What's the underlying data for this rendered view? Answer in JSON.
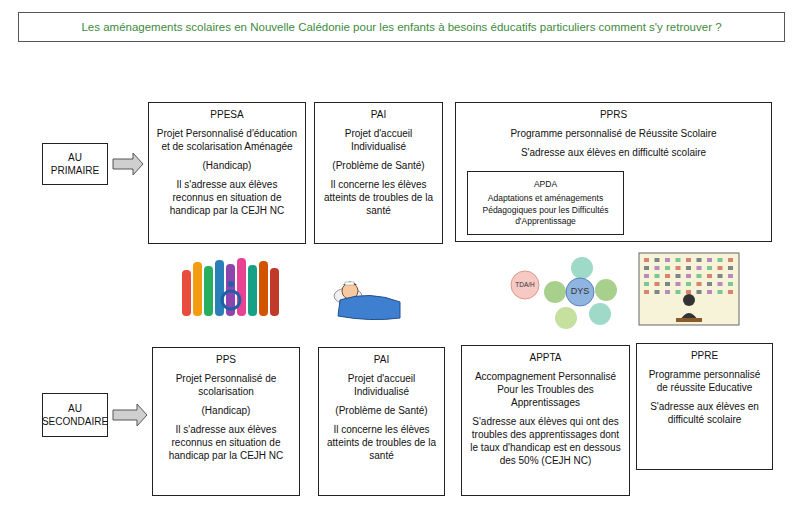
{
  "diagram": {
    "title": "Les aménagements scolaires en Nouvelle Calédonie pour les enfants à besoins éducatifs particuliers comment s'y retrouver ?",
    "nodes": [
      {
        "text": [
          "AU PRIMAIRE"
        ]
      },
      {
        "text": [
          "PPESA",
          "Projet Personnalisé d'éducation et de scolarisation Aménagée",
          "(Handicap)",
          "Il s'adresse aux élèves reconnus en situation de handicap par la CEJH NC"
        ]
      },
      {
        "text": [
          "PAI",
          "Projet d'accueil Individualisé",
          "(Problème de Santé)",
          "Il concerne les élèves atteints de troubles de la santé"
        ]
      },
      {
        "text": [
          "PPRS",
          "Programme personnalisé de Réussite Scolaire",
          "S'adresse aux élèves en difficulté scolaire"
        ]
      },
      {
        "text": [
          "APDA",
          "Adaptations et aménagements Pédagogiques pour les Difficultés d'Apprentissage"
        ],
        "in": 3
      },
      {
        "text": [
          "AU SECONDAIRE"
        ]
      },
      {
        "text": [
          "PPS",
          "Projet Personnalisé de scolarisation",
          "(Handicap)",
          "Il s'adresse aux élèves reconnus en situation de handicap par la CEJH NC"
        ]
      },
      {
        "text": [
          "PAI",
          "Projet d'accueil Individualisé",
          "(Problème de Santé)",
          "Il concerne les élèves atteints de troubles de la santé"
        ]
      },
      {
        "text": [
          "APPTA",
          "Accompagnement Personnalisé Pour les Troubles des Apprentissages",
          "S'adresse aux élèves qui ont des troubles des apprentissages dont le taux d'handicap est en dessous des 50% (CEJH NC)"
        ]
      },
      {
        "text": [
          "PPRE",
          "Programme personnalisé de réussite Educative",
          "S'adresse aux élèves en difficulté scolaire"
        ]
      }
    ],
    "edges": [
      {
        "from": 0,
        "to": 1,
        "arrow": "to"
      },
      {
        "from": 5,
        "to": 6,
        "arrow": "to"
      }
    ],
    "labels": [
      "DYS",
      "TDA/H"
    ]
  }
}
